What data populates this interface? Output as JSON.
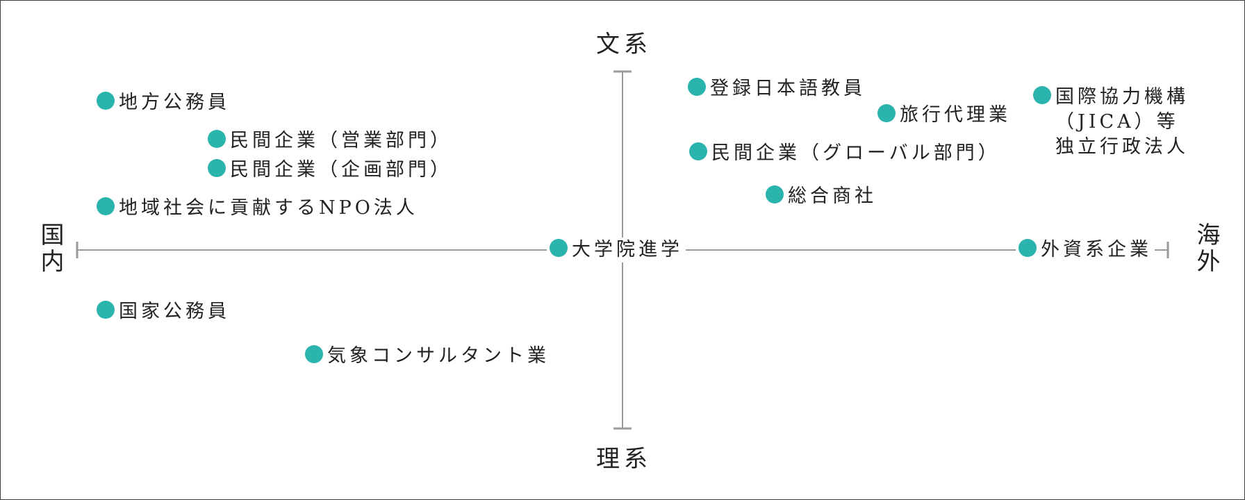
{
  "colors": {
    "dot": "#2bb3ad",
    "axis": "#9a9a9a",
    "frame": "#3a3d33",
    "text": "#222222"
  },
  "axes": {
    "top": "文系",
    "bottom": "理系",
    "left": "国内",
    "right": "海外"
  },
  "items": [
    {
      "id": "chiho-koumuin",
      "label": "地方公務員"
    },
    {
      "id": "minkan-eigyo",
      "label": "民間企業（営業部門）"
    },
    {
      "id": "minkan-kikaku",
      "label": "民間企業（企画部門）"
    },
    {
      "id": "npo",
      "label": "地域社会に貢献するNPO法人"
    },
    {
      "id": "kokka-koumuin",
      "label": "国家公務員"
    },
    {
      "id": "kishou",
      "label": "気象コンサルタント業"
    },
    {
      "id": "daigakuin",
      "label": "大学院進学"
    },
    {
      "id": "nihongo",
      "label": "登録日本語教員"
    },
    {
      "id": "ryokou",
      "label": "旅行代理業"
    },
    {
      "id": "minkan-global",
      "label": "民間企業（グローバル部門）"
    },
    {
      "id": "sogo-shosha",
      "label": "総合商社"
    },
    {
      "id": "jica",
      "label": "国際協力機構\n（JICA）等\n独立行政法人"
    },
    {
      "id": "gaishi",
      "label": "外資系企業"
    }
  ]
}
